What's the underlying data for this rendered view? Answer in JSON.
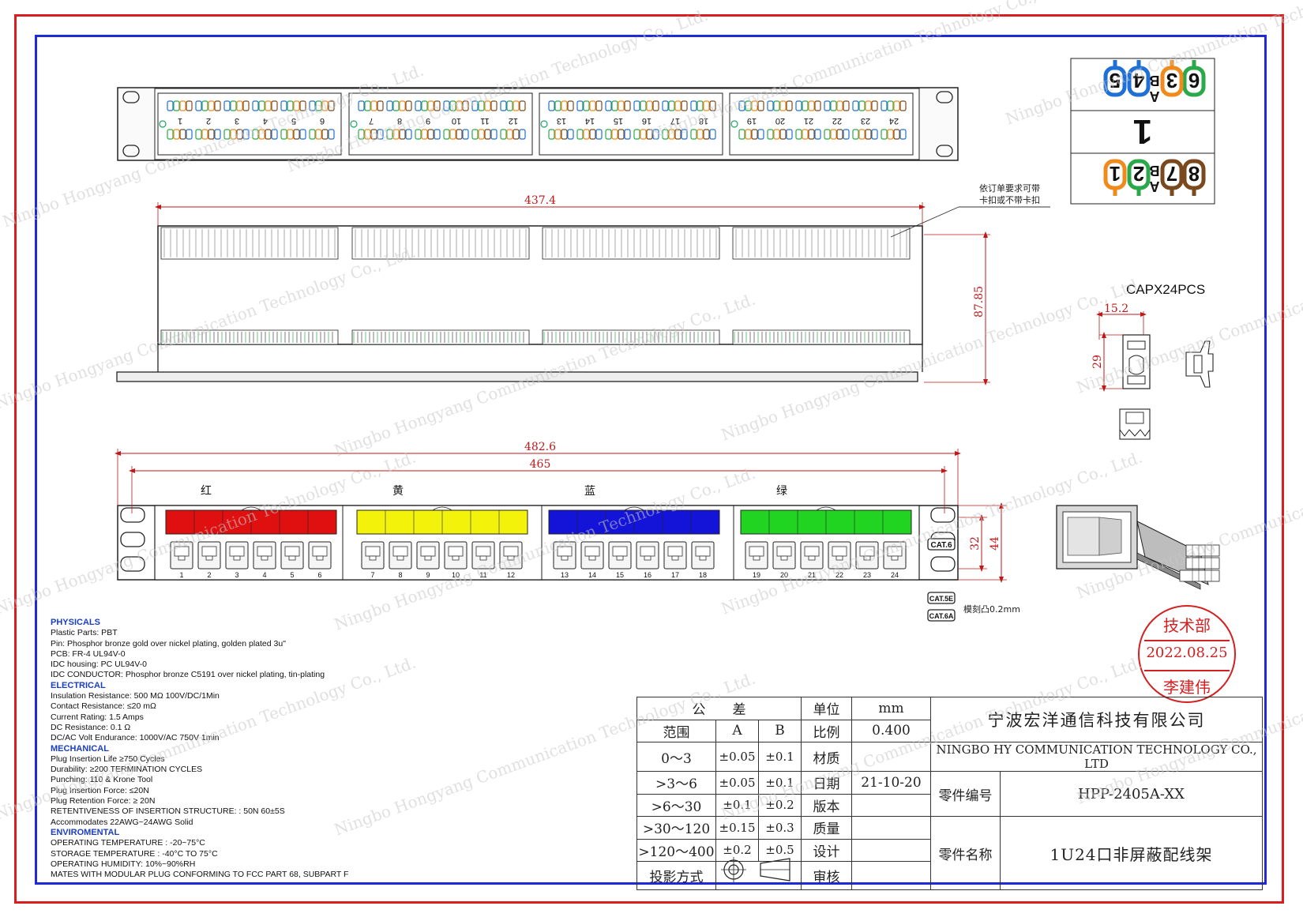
{
  "watermark": "Ningbo Hongyang Communication Technology Co., Ltd.",
  "front_top": {
    "port_numbers": [
      "1",
      "2",
      "3",
      "4",
      "5",
      "6",
      "7",
      "8",
      "9",
      "10",
      "11",
      "12",
      "13",
      "14",
      "15",
      "16",
      "17",
      "18",
      "19",
      "20",
      "21",
      "22",
      "23",
      "24"
    ]
  },
  "side_view": {
    "width_dim": "437.4",
    "height_dim": "87.85",
    "note_line1": "依订单要求可带",
    "note_line2": "卡扣或不带卡扣"
  },
  "cap_view": {
    "title": "CAPX24PCS",
    "width_dim": "15.2",
    "height_dim": "29"
  },
  "wiring_label": {
    "top_digits": [
      "6",
      "3",
      "4",
      "5"
    ],
    "top_letters": [
      "B",
      "A"
    ],
    "center_digit": "1",
    "bottom_digits": [
      "8",
      "7",
      "2",
      "1"
    ],
    "bottom_letters": [
      "B",
      "A"
    ],
    "colors": {
      "blue": "#1e6fd6",
      "green": "#2aa84a",
      "orange": "#f08a1c",
      "brown": "#7a4a1e"
    }
  },
  "front_bottom": {
    "width_dim_outer": "482.6",
    "width_dim_inner": "465",
    "height_dim_inner": "32",
    "height_dim_outer": "44",
    "color_labels": [
      "红",
      "黄",
      "蓝",
      "绿"
    ],
    "strip_colors": [
      "#e01010",
      "#f2f20a",
      "#1414d8",
      "#22d422"
    ],
    "port_numbers": [
      "1",
      "2",
      "3",
      "4",
      "5",
      "6",
      "7",
      "8",
      "9",
      "10",
      "11",
      "12",
      "13",
      "14",
      "15",
      "16",
      "17",
      "18",
      "19",
      "20",
      "21",
      "22",
      "23",
      "24"
    ],
    "cat_badge": "CAT.6",
    "alt_badges": [
      "CAT.5E",
      "CAT.6A"
    ],
    "emboss_note": "模刻凸0.2mm"
  },
  "specs": [
    {
      "heading": "PHYSICALS",
      "lines": [
        "Plastic Parts: PBT",
        "Pin: Phosphor bronze gold over nickel plating, golden plated 3u\"",
        "PCB: FR-4 UL94V-0",
        "IDC housing:  PC UL94V-0",
        "IDC CONDUCTOR:  Phosphor bronze C5191 over nickel plating, tin-plating"
      ]
    },
    {
      "heading": "ELECTRICAL",
      "lines": [
        "Insulation Resistance: 500 MΩ 100V/DC/1Min",
        "Contact Resistance: ≤20 mΩ",
        "Current Rating: 1.5 Amps",
        "DC Resistance: 0.1 Ω",
        "DC/AC Volt Endurance:  1000V/AC 750V 1min"
      ]
    },
    {
      "heading": "MECHANICAL",
      "lines": [
        "Plug Insertion Life ≥750 Cycles",
        "Durability: ≥200 TERMINATION CYCLES",
        "Punching: 110 & Krone Tool",
        "Plug Insertion Force: ≤20N",
        "Plug Retention Force: ≥ 20N",
        "RETENTIVENESS OF INSERTION STRUCTURE: : 50N 60±5S",
        "Accommodates 22AWG~24AWG Solid"
      ]
    },
    {
      "heading": "ENVIROMENTAL",
      "lines": [
        "OPERATING TEMPERATURE : -20~75°C",
        "STORAGE TEMPERATURE : -40°C TO 75°C",
        "OPERATING HUMIDITY: 10%~90%RH",
        "MATES WITH MODULAR PLUG CONFORMING TO FCC PART 68, SUBPART F"
      ]
    }
  ],
  "stamp": {
    "dept": "技术部",
    "date": "2022.08.25",
    "name": "李建伟"
  },
  "title_block": {
    "tolerance": "公　　差",
    "range": "范围",
    "col_a": "A",
    "col_b": "B",
    "rows": [
      {
        "range": "0～3",
        "a": "±0.05",
        "b": "±0.1"
      },
      {
        "range": ">3～6",
        "a": "±0.05",
        "b": "±0.1"
      },
      {
        "range": ">6～30",
        "a": "±0.1",
        "b": "±0.2"
      },
      {
        "range": ">30～120",
        "a": "±0.15",
        "b": "±0.3"
      },
      {
        "range": ">120～400",
        "a": "±0.2",
        "b": "±0.5"
      }
    ],
    "projection": "投影方式",
    "unit_label": "单位",
    "unit_value": "mm",
    "scale_label": "比例",
    "scale_value": "0.400",
    "material_label": "材质",
    "date_label": "日期",
    "date_value": "21-10-20",
    "version_label": "版本",
    "quality_label": "质量",
    "design_label": "设计",
    "review_label": "审核",
    "company_cn": "宁波宏洋通信科技有限公司",
    "company_en": "NINGBO HY COMMUNICATION TECHNOLOGY CO., LTD",
    "part_no_label": "零件编号",
    "part_no": "HPP-2405A-XX",
    "part_name_label": "零件名称",
    "part_name": "1U24口非屏蔽配线架"
  }
}
